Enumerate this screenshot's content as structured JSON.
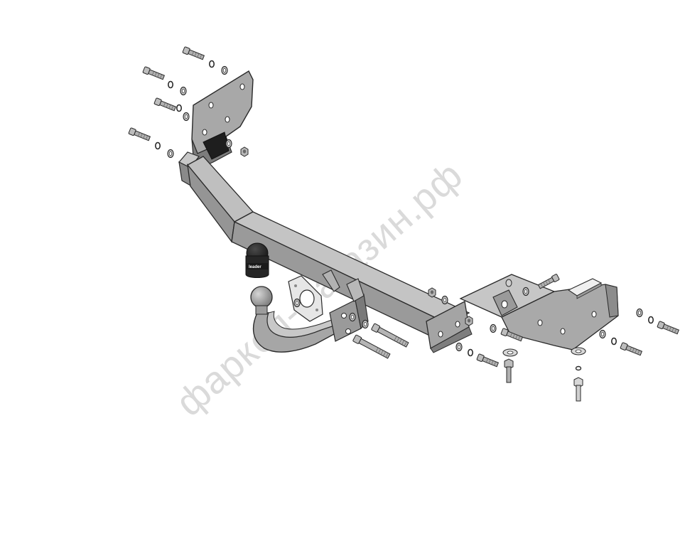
{
  "image": {
    "subject": "tow-hitch-exploded-view",
    "background_color": "#ffffff",
    "part_color": "#a9a9a9",
    "edge_color": "#2a2a2a",
    "dark_color": "#1c1c1c"
  },
  "watermark": {
    "text": "фаркоп-магазин.рф"
  },
  "ball_cover_logo": {
    "text": "leader"
  }
}
